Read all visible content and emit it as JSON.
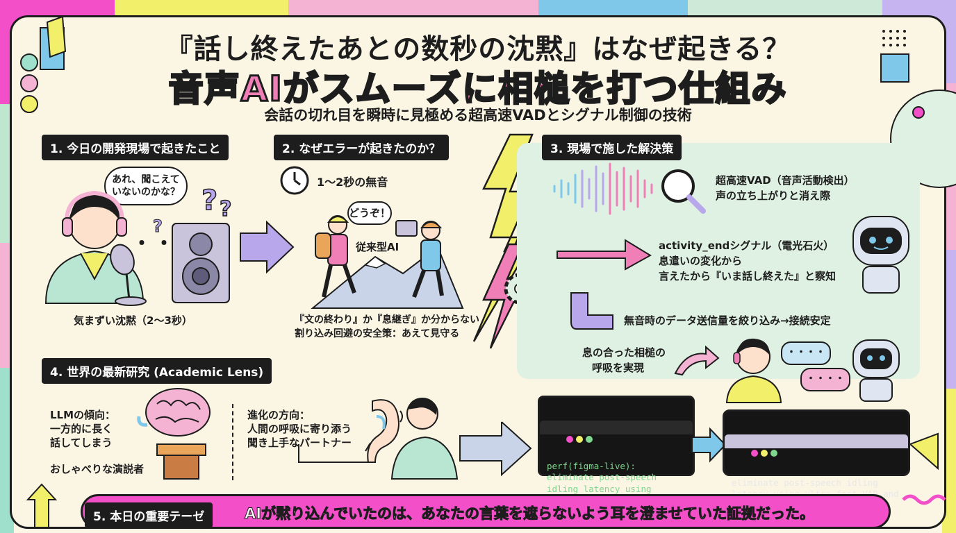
{
  "header": {
    "title_line1": "『話し終えたあとの数秒の沈黙』はなぜ起きる？",
    "title_line2": "音声AIがスムーズに相槌を打つ仕組み",
    "subtitle": "会話の切れ目を瞬時に見極める超高速VADとシグナル制御の技術"
  },
  "section1": {
    "label": "1. 今日の開発現場で起きたこと",
    "bubble": "あれ、聞こえて\nいないのかな？",
    "caption": "気まずい沈黙（2〜3秒）"
  },
  "section2": {
    "label": "2. なぜエラーが起きたのか？",
    "silence": "1〜2秒の無音",
    "bubble": "どうぞ！",
    "legacy_ai": "従来型AI",
    "caption_line1": "『文の終わり』か『息継ぎ』か分からない",
    "caption_line2": "割り込み回避の安全策：あえて見守る"
  },
  "section3": {
    "label": "3. 現場で施した解決策",
    "vad_line1": "超高速VAD（音声活動検出）",
    "vad_line2": "声の立ち上がりと消え際",
    "signal_line1": "activity_endシグナル（電光石火）",
    "signal_line2": "息遣いの変化から",
    "signal_line3": "言えたから『いま話し終えた』と察知",
    "data_line": "無音時のデータ送信量を絞り込み→接続安定",
    "result_line1": "息の合った相槌の",
    "result_line2": "呼吸を実現",
    "bubble_dots": "・・・・"
  },
  "section4": {
    "label": "4. 世界の最新研究 (Academic Lens)",
    "llm_line1": "LLMの傾向：",
    "llm_line2": "一方的に長く",
    "llm_line3": "話してしまう",
    "speaker": "おしゃべりな演説者",
    "evo_line1": "進化の方向：",
    "evo_line2": "人間の呼吸に寄り添う",
    "evo_line3": "聞き上手なパートナー"
  },
  "terminals": {
    "left": "perf(figma-live):\neliminate post-speech\nidling latency using\nultra-fast VAD and\nactivity_end signal",
    "right": "eliminate post-speech idling\nlatency using ultra-fast VAD and\nactivity_end signal"
  },
  "section5": {
    "label": "5. 本日の重要テーゼ",
    "thesis": "AIが黙り込んでいたのは、あなたの言葉を遮らないよう耳を澄ませていた証拠だった。"
  },
  "colors": {
    "pink": "#f07fb8",
    "magenta": "#f24fc9",
    "yellow": "#f2ef6a",
    "blue": "#7fc8ea",
    "lavender": "#b9a7ec",
    "mint": "#dff1e2"
  }
}
